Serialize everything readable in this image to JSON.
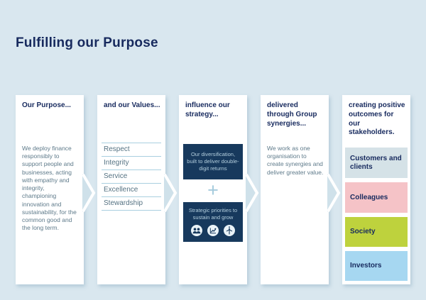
{
  "slide": {
    "title": "Fulfilling our Purpose"
  },
  "colors": {
    "background": "#d9e7ef",
    "heading_navy": "#172a5e",
    "dark_box_navy": "#17395d",
    "body_text_gray": "#5e7a8a",
    "value_separator": "#a9cfe0",
    "chevron_fill": "#cfe1ea",
    "chevron_stroke": "#ffffff"
  },
  "panels": [
    {
      "heading": "Our Purpose...",
      "body": "We deploy finance responsibly to support people and businesses, acting with empathy and integrity, championing innovation and sustainability, for the common good and the long term."
    },
    {
      "heading": "and our Values...",
      "values": [
        "Respect",
        "Integrity",
        "Service",
        "Excellence",
        "Stewardship"
      ]
    },
    {
      "heading": "influence our strategy...",
      "box1": "Our diversification, built to deliver double-digit returns",
      "plus": "+",
      "box2": "Strategic priorities to sustain and grow",
      "icons": [
        "people-icon",
        "growth-chart-icon",
        "wind-turbine-icon"
      ]
    },
    {
      "heading": "delivered through Group synergies...",
      "body": "We work as one organisation to create synergies and deliver greater value."
    },
    {
      "heading": "creating positive outcomes for our stakeholders.",
      "stakeholders": [
        {
          "label": "Customers and clients",
          "color": "#d5e2e7"
        },
        {
          "label": "Colleagues",
          "color": "#f5c3c7"
        },
        {
          "label": "Society",
          "color": "#bed23d"
        },
        {
          "label": "Investors",
          "color": "#a6d7f1"
        }
      ]
    }
  ]
}
